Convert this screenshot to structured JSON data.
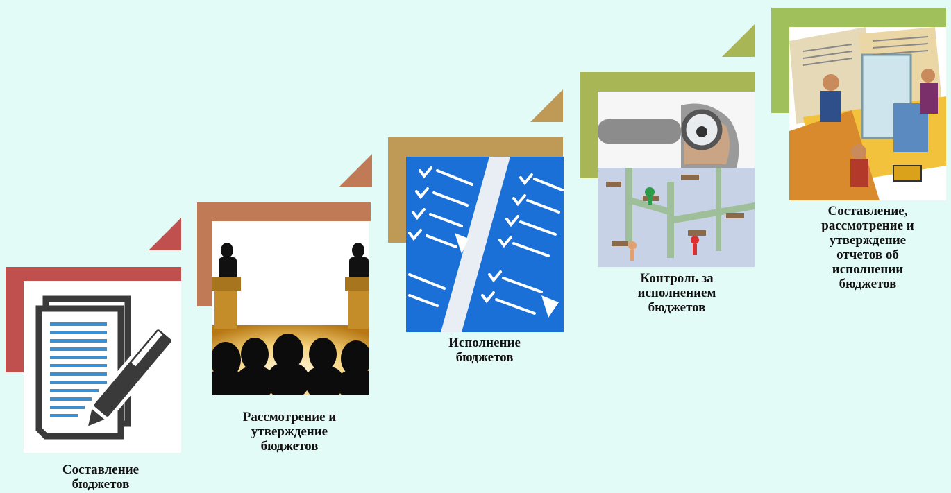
{
  "steps": [
    {
      "label_lines": [
        "Составление",
        "бюджетов"
      ],
      "icon": "document-pen-icon",
      "color": "#c0504d"
    },
    {
      "label_lines": [
        "Рассмотрение и",
        "утверждение",
        "бюджетов"
      ],
      "icon": "podium-audience-image",
      "color": "#c07a55"
    },
    {
      "label_lines": [
        "Исполнение",
        "бюджетов"
      ],
      "icon": "checklist-image",
      "color": "#bf9a56"
    },
    {
      "label_lines": [
        "Контроль за",
        "исполнением",
        "бюджетов"
      ],
      "icon": "magnifier-office-image",
      "color": "#a9b656"
    },
    {
      "label_lines": [
        "Составление,",
        "рассмотрение и",
        "утверждение",
        "отчетов об",
        "исполнении",
        "бюджетов"
      ],
      "icon": "office-collage-image",
      "color": "#9fc05a"
    }
  ]
}
